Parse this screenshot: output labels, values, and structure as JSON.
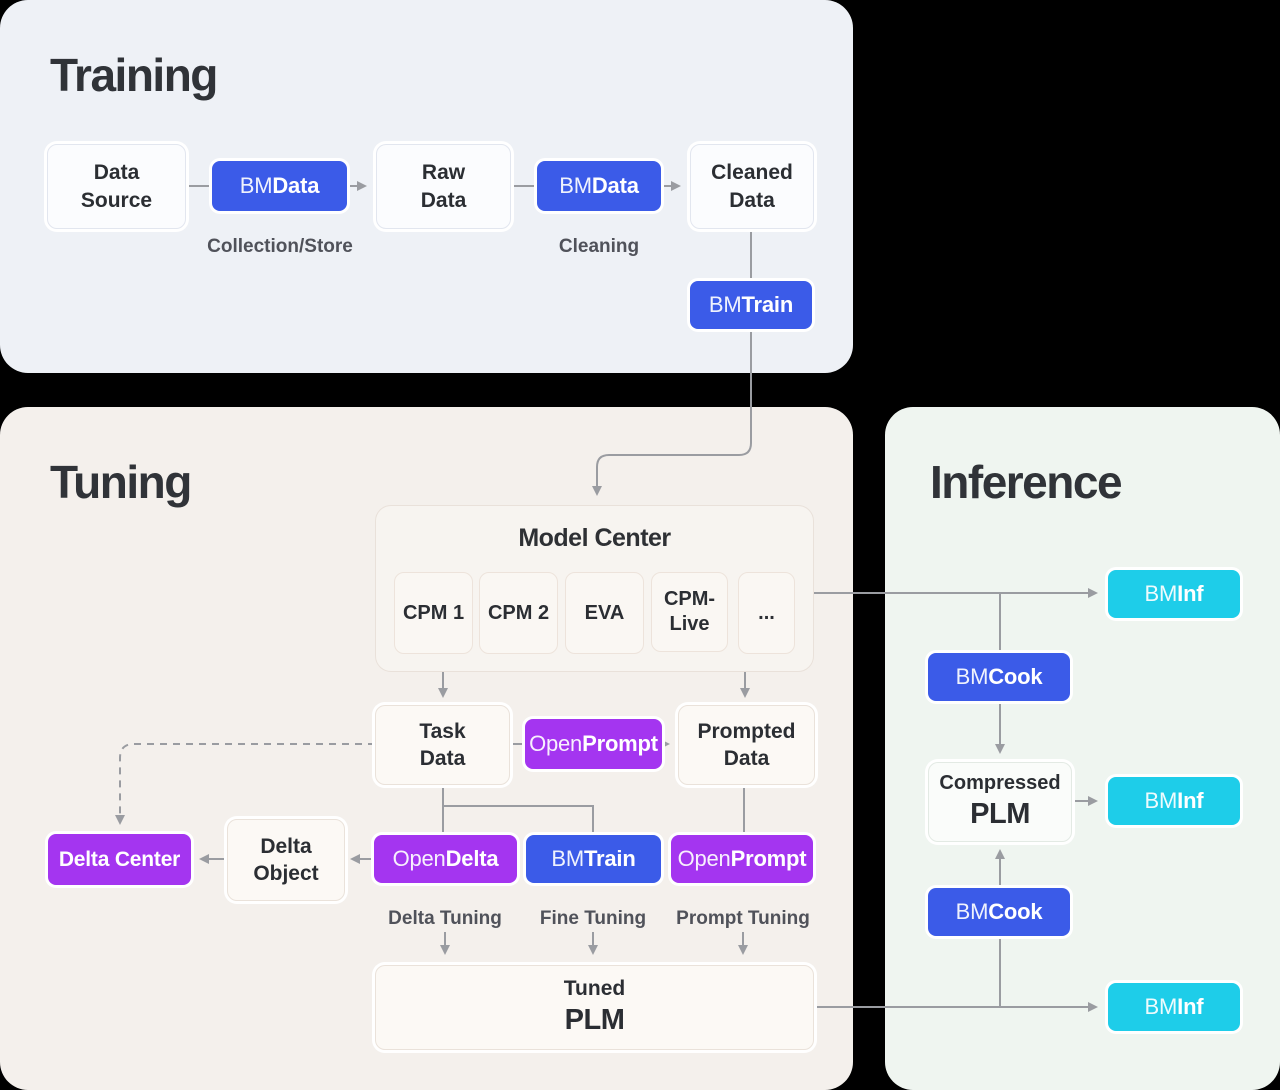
{
  "colors": {
    "blue": "#3B5BE8",
    "purple": "#A435F0",
    "cyan": "#1ECDE9",
    "line_gray": "#9A9CA1",
    "training_bg": "#EEF1F6",
    "tuning_bg": "#F4F0EC",
    "inference_bg": "#EFF5F0"
  },
  "training": {
    "title": "Training",
    "data_source": {
      "line1": "Data",
      "line2": "Source"
    },
    "bmdata_collect": {
      "pre": "BM",
      "bold": "Data"
    },
    "collect_label": "Collection/Store",
    "raw_data": {
      "line1": "Raw",
      "line2": "Data"
    },
    "bmdata_clean": {
      "pre": "BM",
      "bold": "Data"
    },
    "cleaning_label": "Cleaning",
    "cleaned_data": {
      "line1": "Cleaned",
      "line2": "Data"
    },
    "bmtrain": {
      "pre": "BM",
      "bold": "Train"
    }
  },
  "tuning": {
    "title": "Tuning",
    "model_center": {
      "title": "Model Center",
      "models": [
        "CPM 1",
        "CPM 2",
        "EVA",
        "CPM-Live",
        "..."
      ]
    },
    "task_data": {
      "line1": "Task",
      "line2": "Data"
    },
    "openprompt_data": {
      "pre": "Open",
      "bold": "Prompt"
    },
    "prompted_data": {
      "line1": "Prompted",
      "line2": "Data"
    },
    "delta_center": "Delta Center",
    "delta_object": {
      "line1": "Delta",
      "line2": "Object"
    },
    "opendelta": {
      "pre": "Open",
      "bold": "Delta"
    },
    "bmtrain": {
      "pre": "BM",
      "bold": "Train"
    },
    "openprompt_tuning": {
      "pre": "Open",
      "bold": "Prompt"
    },
    "delta_tuning_label": "Delta Tuning",
    "fine_tuning_label": "Fine Tuning",
    "prompt_tuning_label": "Prompt Tuning",
    "tuned_plm": {
      "line1": "Tuned",
      "line2": "PLM"
    }
  },
  "inference": {
    "title": "Inference",
    "bminf_top": {
      "pre": "BM",
      "bold": "Inf"
    },
    "bmcook_top": {
      "pre": "BM",
      "bold": "Cook"
    },
    "compressed_plm": {
      "line1": "Compressed",
      "line2": "PLM"
    },
    "bminf_mid": {
      "pre": "BM",
      "bold": "Inf"
    },
    "bmcook_bottom": {
      "pre": "BM",
      "bold": "Cook"
    },
    "bminf_bottom": {
      "pre": "BM",
      "bold": "Inf"
    }
  }
}
